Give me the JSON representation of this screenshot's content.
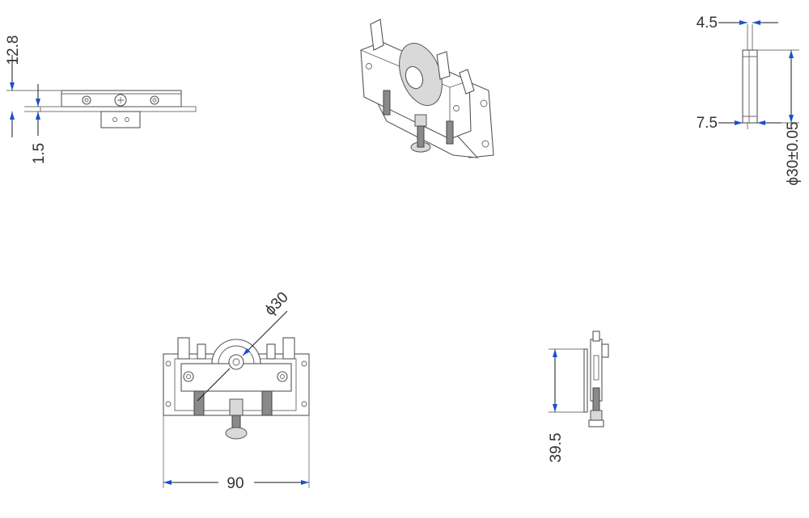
{
  "drawing": {
    "views": {
      "side_top": {
        "dim_top": "12.8",
        "dim_bottom": "1.5"
      },
      "edge_right": {
        "dim_top": "4.5",
        "dim_middle": "7.5",
        "dim_diameter": "ϕ30±0.05"
      },
      "front": {
        "dim_diameter": "ϕ30",
        "dim_width": "90"
      },
      "side_bottom": {
        "dim_height": "39.5"
      }
    },
    "colors": {
      "dimension_arrow": "#1a4fd0",
      "line": "#555555",
      "text": "#333333"
    }
  }
}
